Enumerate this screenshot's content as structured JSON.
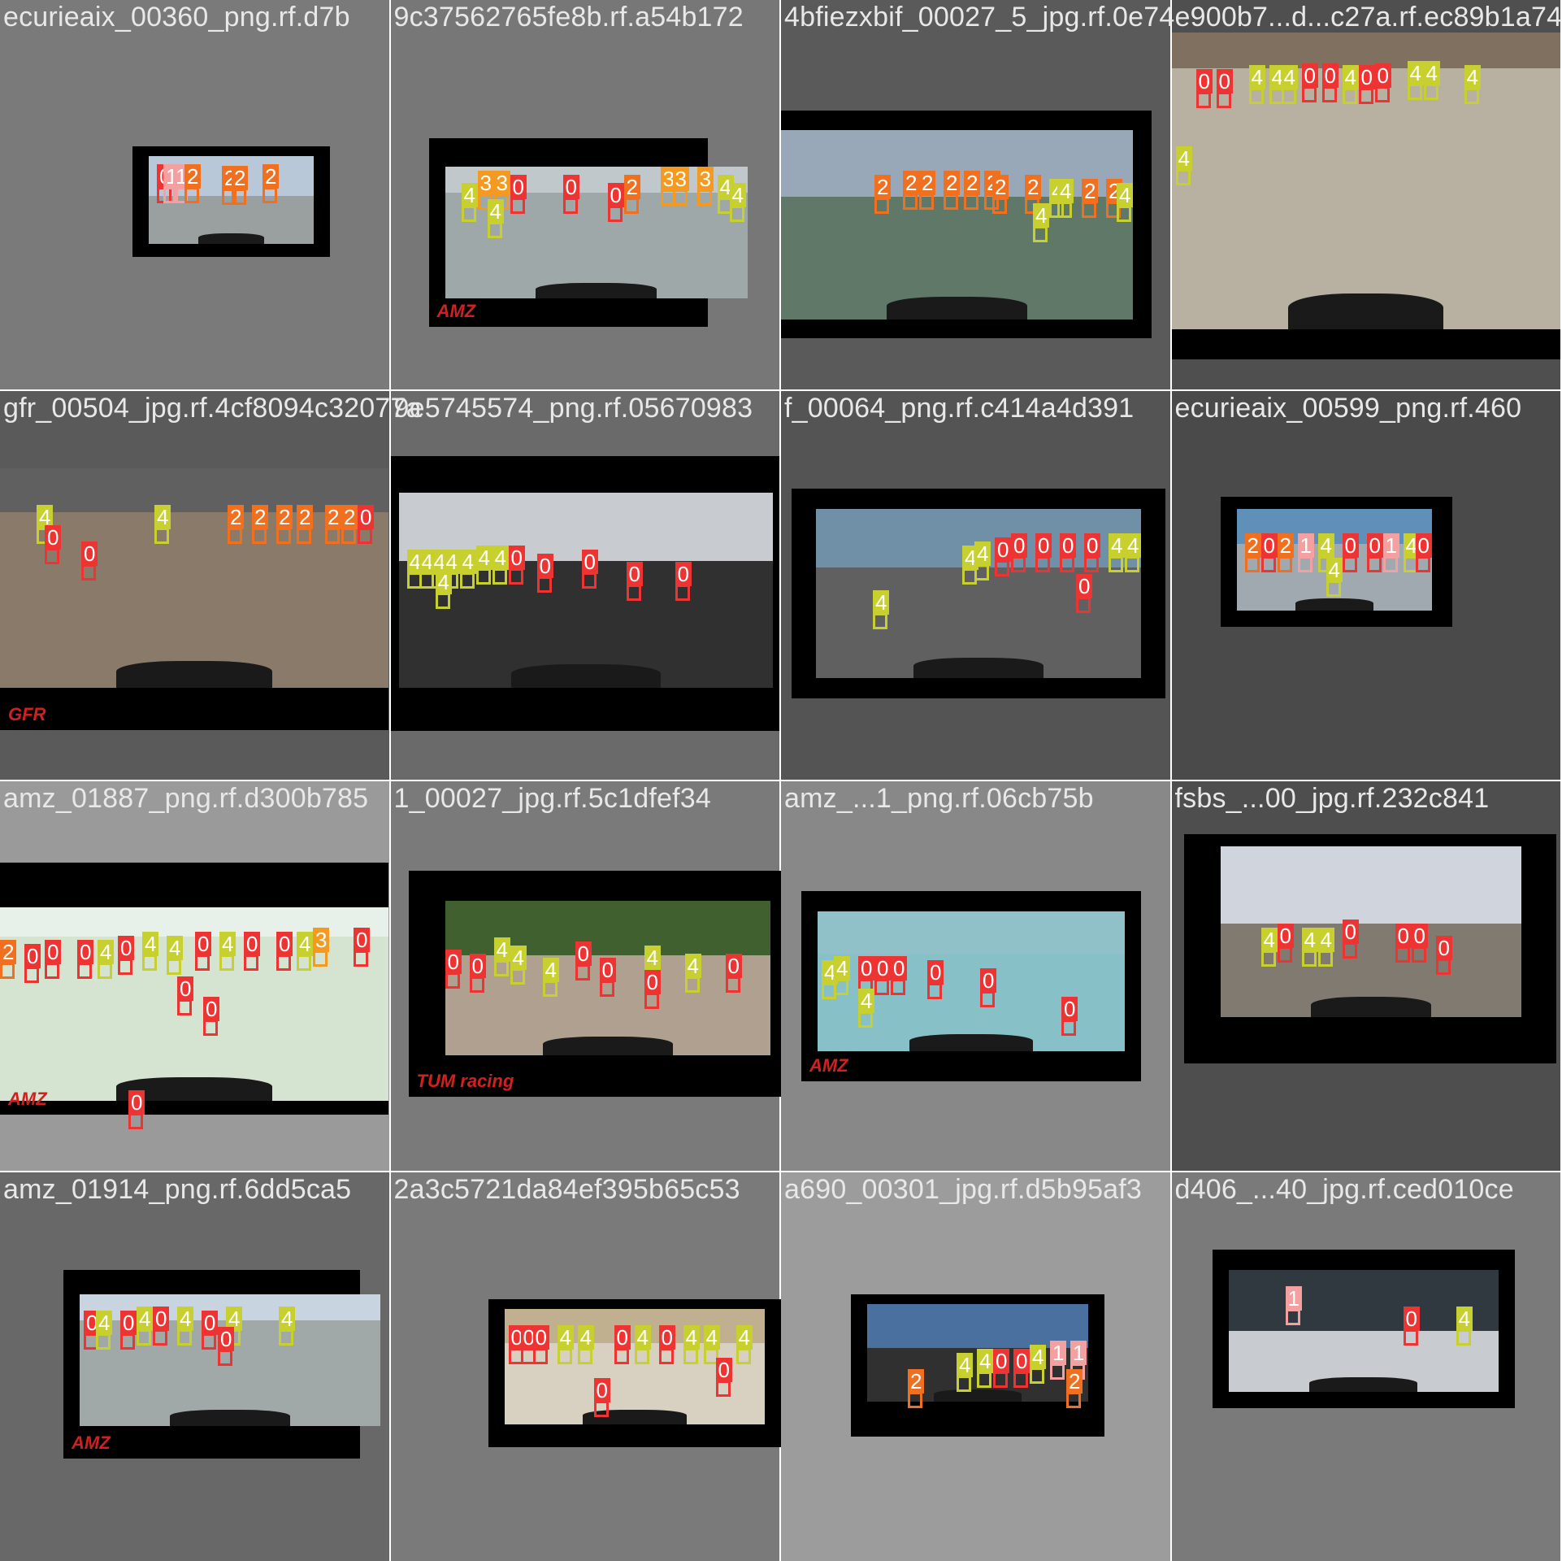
{
  "grid_tiles": [
    {
      "label": "ecurieaix_00360_png.rf.d7b"
    },
    {
      "label": "9c37562765fe8b.rf.a54b172"
    },
    {
      "label": "4bfiezxbif_00027_5_jpg.rf.0e74"
    },
    {
      "label": "e900b7...d...c27a.rf.ec89b1a74"
    },
    {
      "label": "gfr_00504_jpg.rf.4cf8094c32077a"
    },
    {
      "label": "9e5745574_png.rf.05670983"
    },
    {
      "label": "f_00064_png.rf.c414a4d391"
    },
    {
      "label": "ecurieaix_00599_png.rf.460"
    },
    {
      "label": "amz_01887_png.rf.d300b785"
    },
    {
      "label": "1_00027_jpg.rf.5c1dfef34"
    },
    {
      "label": "amz_...1_png.rf.06cb75b"
    },
    {
      "label": "fsbs_...00_jpg.rf.232c841"
    },
    {
      "label": "amz_01914_png.rf.6dd5ca5"
    },
    {
      "label": "2a3c5721da84ef395b65c53"
    },
    {
      "label": "a690_00301_jpg.rf.d5b95af3"
    },
    {
      "label": "d406_...40_jpg.rf.ced010ce"
    }
  ],
  "class_colors": {
    "0": "#ee3333",
    "1": "#f4a0a0",
    "2": "#f07020",
    "3": "#f49a20",
    "4": "#c8d030"
  },
  "tile_watermarks": {
    "t2": "AMZ",
    "t5": "GFR",
    "t9": "AMZ",
    "t10": "TUM racing",
    "t11": "AMZ",
    "t13": "AMZ"
  }
}
